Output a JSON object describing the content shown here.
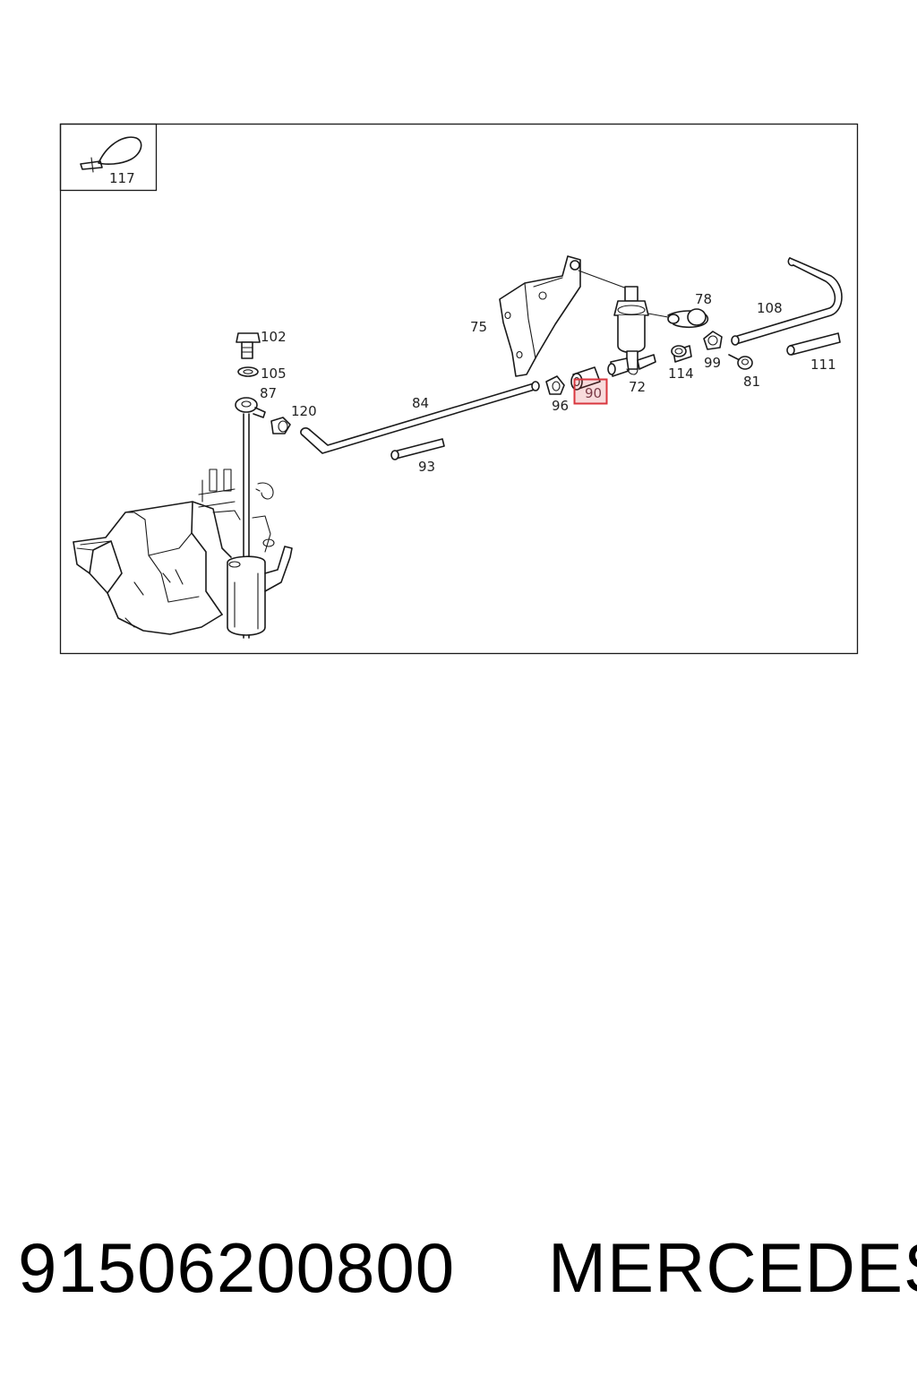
{
  "labels": {
    "l117": "117",
    "l102": "102",
    "l105": "105",
    "l87": "87",
    "l120": "120",
    "l84": "84",
    "l93": "93",
    "l75": "75",
    "l96": "96",
    "l90": "90",
    "l72": "72",
    "l78": "78",
    "l114": "114",
    "l99": "99",
    "l81": "81",
    "l108": "108",
    "l111": "111"
  },
  "highlight": {
    "part": "90",
    "color": "#d9363e"
  },
  "footer": {
    "part_number": "91506200800",
    "brand": "MERCEDES"
  }
}
